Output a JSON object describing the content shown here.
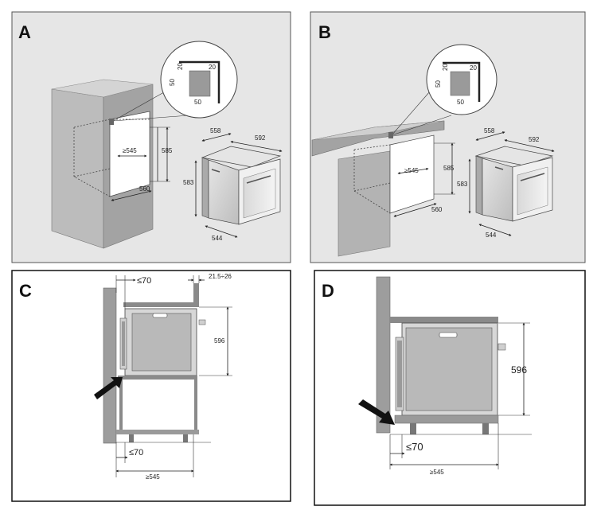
{
  "panels": {
    "a": {
      "letter": "A",
      "detail": {
        "top_left": "20",
        "top_right": "20",
        "side": "50",
        "bottom": "50"
      },
      "cabinet": {
        "depth": "≥545",
        "height": "585",
        "width": "560"
      },
      "oven": {
        "depth": "558",
        "width": "592",
        "height": "583",
        "base": "544"
      }
    },
    "b": {
      "letter": "B",
      "detail": {
        "top_left": "20",
        "top_right": "20",
        "side": "50",
        "bottom": "50"
      },
      "cabinet": {
        "depth": "≥545",
        "height": "585",
        "width": "560"
      },
      "oven": {
        "depth": "558",
        "width": "592",
        "height": "583",
        "base": "544"
      }
    },
    "c": {
      "letter": "C",
      "gap_top": "≤70",
      "clearance": "21.5÷26",
      "height": "596",
      "gap_bottom": "≤70",
      "depth": "≥545"
    },
    "d": {
      "letter": "D",
      "height": "596",
      "gap_bottom": "≤70",
      "depth": "≥545"
    }
  }
}
